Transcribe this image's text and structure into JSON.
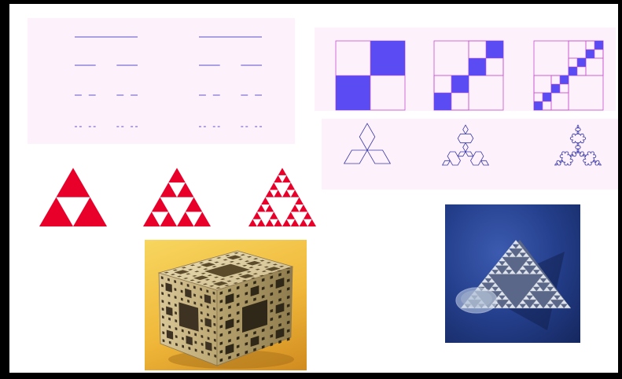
{
  "colors": {
    "frame": "#000000",
    "panel_bg": "#fdf1fb",
    "cantor_line": "#7b6fd6",
    "square_outline": "#c94fcf",
    "square_fill": "#5a4cf2",
    "koch_stroke": "#3a3aa8",
    "sierpinski_red": "#e8002a",
    "menger_bg": "#f6c94a",
    "tetra_bg": "#1e3580"
  },
  "figures": {
    "cantor_set": {
      "name": "cantor-set",
      "iterations": 4,
      "copies": 2
    },
    "square_fractal": {
      "name": "square-fractal",
      "iterations": 3
    },
    "koch_snowflake": {
      "name": "koch-snowflake",
      "iterations": 3
    },
    "sierpinski_triangle": {
      "name": "sierpinski-triangle",
      "iterations": 3
    },
    "menger_sponge": {
      "name": "menger-sponge-photo"
    },
    "sierpinski_tetrahedron": {
      "name": "sierpinski-tetrahedron-photo"
    }
  }
}
